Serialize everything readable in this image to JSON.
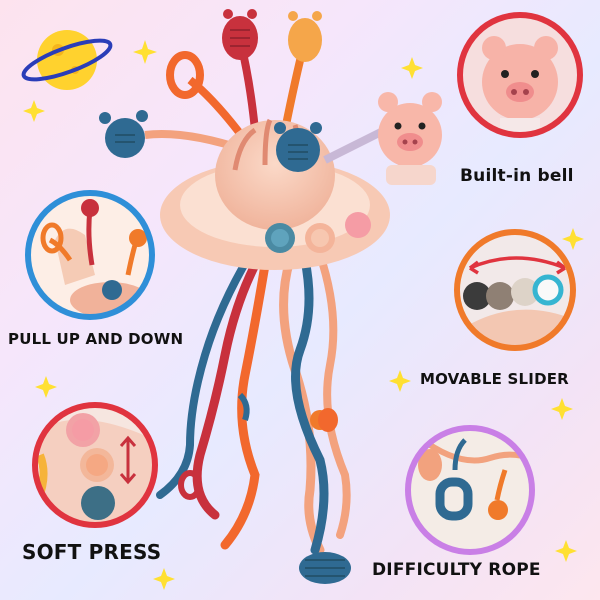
{
  "labels": {
    "builtin_bell": "Built-in bell",
    "pull_up_down": "PULL UP AND DOWN",
    "movable_slider": "MOVABLE SLIDER",
    "soft_press": "SOFT PRESS",
    "difficulty_rope": "DIFFICULTY ROPE"
  },
  "colors": {
    "background": "#f3e6f7",
    "ring_red": "#e0343f",
    "ring_blue": "#2f8fd8",
    "ring_orange": "#f07a2a",
    "rope_blue": "#2f6a92",
    "rope_orange": "#f2682d",
    "rope_red": "#c8313d",
    "rope_peach": "#f3a27e",
    "toy_body": "#f7c9b4",
    "pig_pink": "#f6a9a8",
    "star_yellow": "#ffe032"
  },
  "icons": [
    "planet-icon",
    "sparkle-star-icon",
    "pig-face-icon"
  ]
}
